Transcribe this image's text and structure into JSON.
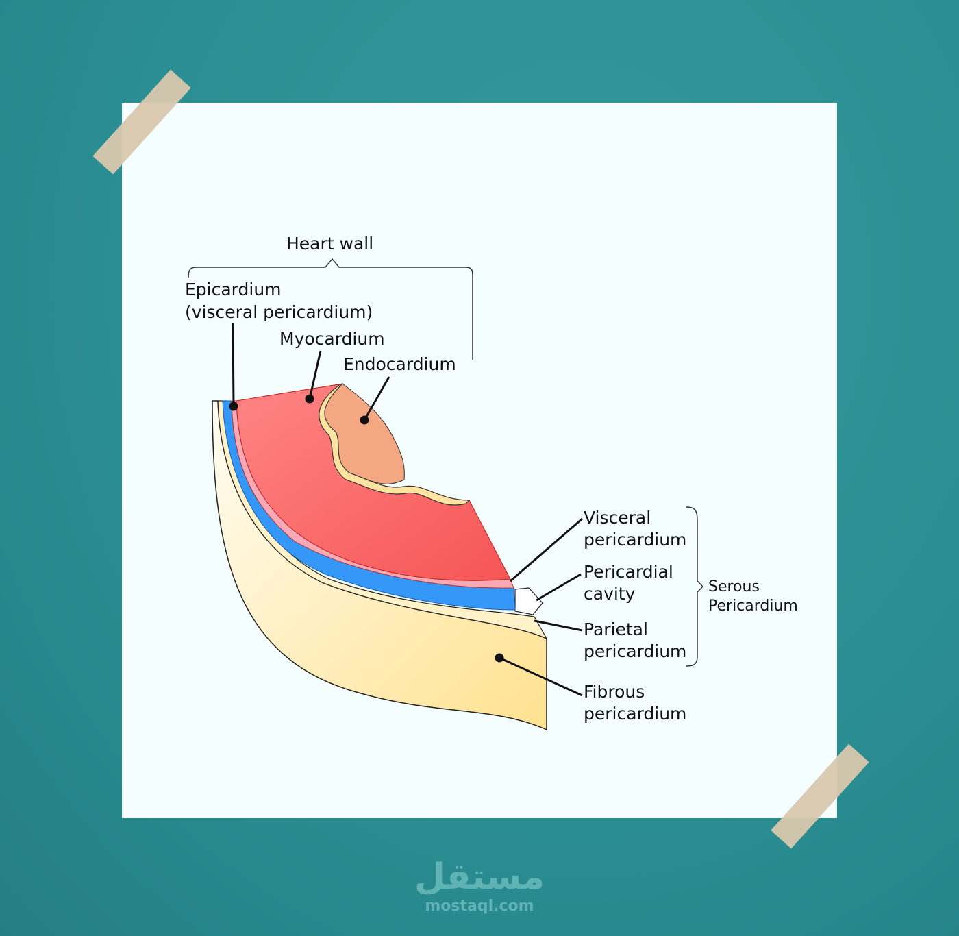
{
  "labels": {
    "heart_wall": "Heart wall",
    "epicardium": "Epicardium",
    "epicardium_sub": "(visceral pericardium)",
    "myocardium": "Myocardium",
    "endocardium": "Endocardium",
    "visceral_1": "Visceral",
    "visceral_2": "pericardium",
    "cavity_1": "Pericardial",
    "cavity_2": "cavity",
    "parietal_1": "Parietal",
    "parietal_2": "pericardium",
    "fibrous_1": "Fibrous",
    "fibrous_2": "pericardium",
    "serous_1": "Serous",
    "serous_2": "Pericardium"
  },
  "watermark": {
    "arabic": "مستقل",
    "latin": "mostaql.com"
  },
  "colors": {
    "background": "#2b9195",
    "paper": "#f4fefe",
    "myocardium": "#f75d5d",
    "blue": "#3597f7",
    "fibrous": "#ffe7a3"
  }
}
